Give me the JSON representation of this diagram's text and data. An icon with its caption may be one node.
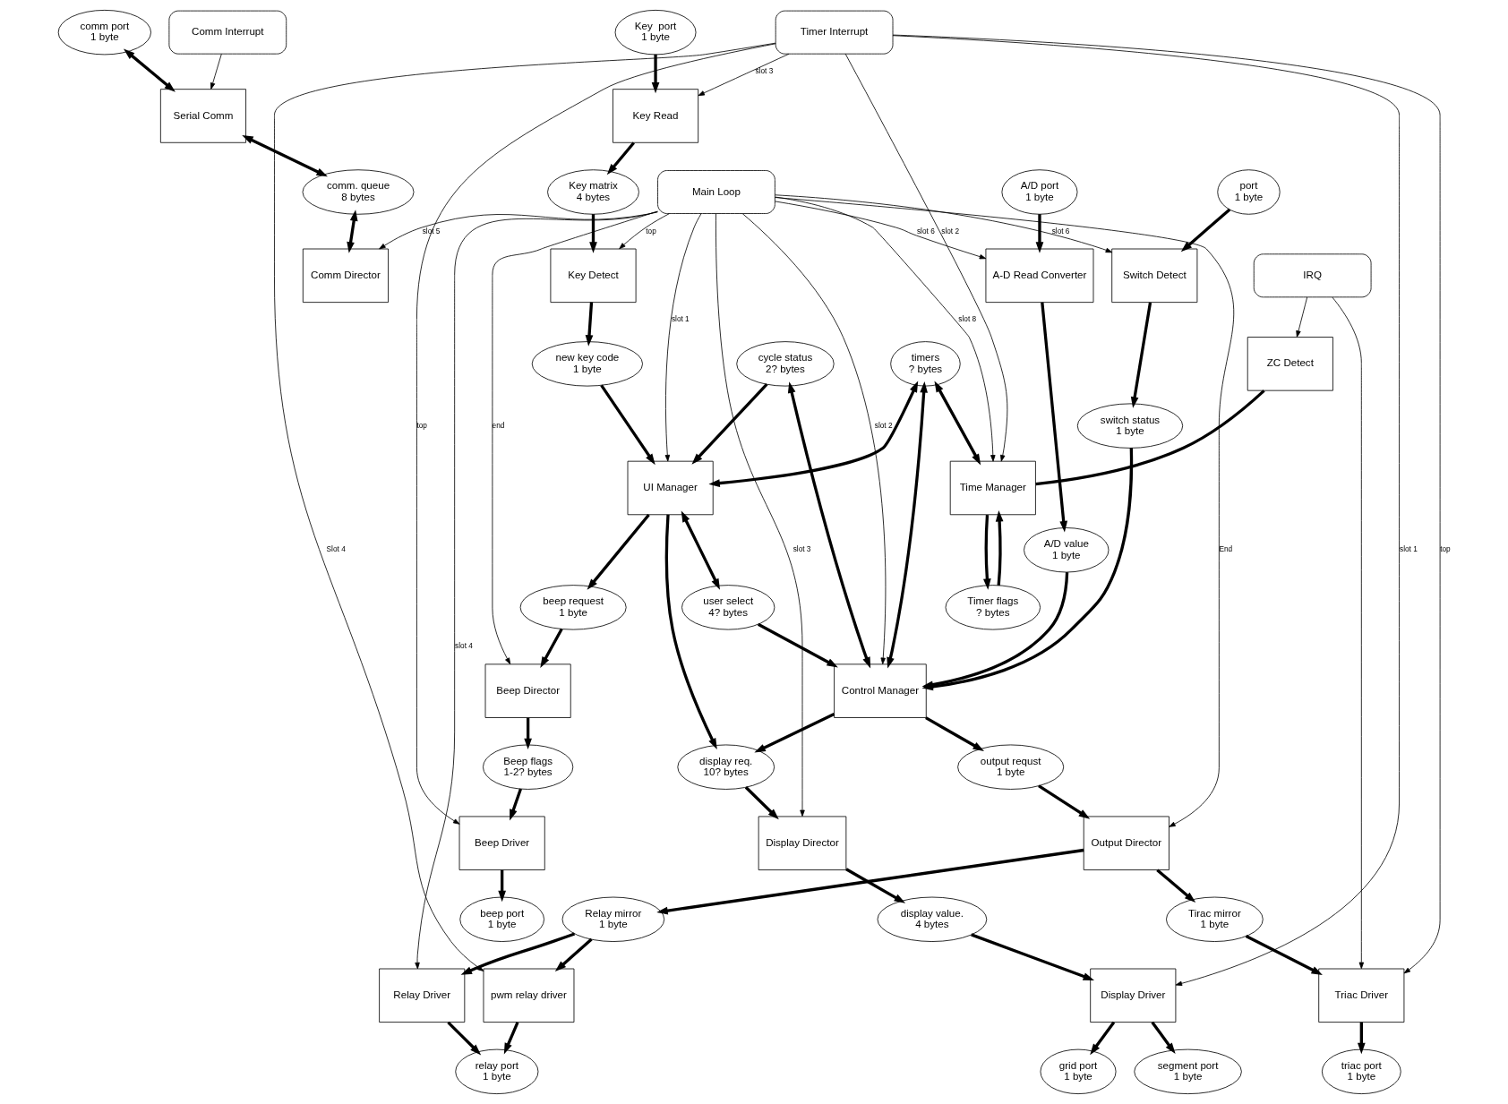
{
  "diagram": {
    "nodes": [
      {
        "text": [
          "comm port",
          "1 byte"
        ]
      },
      {
        "text": [
          "port",
          "1 byte"
        ]
      },
      {
        "text": [
          "A/D port",
          "1 byte"
        ]
      },
      {
        "text": [
          "Main Loop"
        ]
      },
      {
        "text": [
          "Serial Comm"
        ]
      },
      {
        "text": [
          "Switch Detect"
        ]
      },
      {
        "text": [
          "A-D Read Converter"
        ]
      },
      {
        "text": [
          "IRQ"
        ]
      },
      {
        "text": [
          "Key Detect"
        ]
      },
      {
        "text": [
          "user select",
          "4? bytes"
        ]
      },
      {
        "text": [
          "switch status",
          "1 byte"
        ]
      },
      {
        "text": [
          "A/D value",
          "1 byte"
        ]
      },
      {
        "text": [
          "ZC Detect"
        ]
      },
      {
        "text": [
          "new key code",
          "1 byte"
        ]
      },
      {
        "text": [
          "Comm Interrupt"
        ]
      },
      {
        "text": [
          "timers",
          "? bytes"
        ]
      },
      {
        "text": [
          "Key matrix",
          "4 bytes"
        ]
      },
      {
        "text": [
          "UI Manager"
        ]
      },
      {
        "text": [
          "cycle status",
          "2? bytes"
        ]
      },
      {
        "text": [
          "Control Manager"
        ]
      },
      {
        "text": [
          "Time Manager"
        ]
      },
      {
        "text": [
          "comm. queue",
          "8 bytes"
        ]
      },
      {
        "text": [
          "beep request",
          "1 byte"
        ]
      },
      {
        "text": [
          "output requst",
          "1 byte"
        ]
      },
      {
        "text": [
          "display req.",
          "10? bytes"
        ]
      },
      {
        "text": [
          "Comm Director"
        ]
      },
      {
        "text": [
          "Beep Director"
        ]
      },
      {
        "text": [
          "Display Director"
        ]
      },
      {
        "text": [
          "Output Director"
        ]
      },
      {
        "text": [
          "Timer flags",
          "? bytes"
        ]
      },
      {
        "text": [
          "Beep flags",
          "1-2? bytes"
        ]
      },
      {
        "text": [
          "display value.",
          "4 bytes"
        ]
      },
      {
        "text": [
          "Tirac mirror",
          "1 byte"
        ]
      },
      {
        "text": [
          "Relay mirror",
          "1 byte"
        ]
      },
      {
        "text": [
          "Timer Interrupt"
        ]
      },
      {
        "text": [
          "Key Read"
        ]
      },
      {
        "text": [
          "Beep Driver"
        ]
      },
      {
        "text": [
          "Display Driver"
        ]
      },
      {
        "text": [
          "Triac Driver"
        ]
      },
      {
        "text": [
          "pwm relay driver"
        ]
      },
      {
        "text": [
          "Relay Driver"
        ]
      },
      {
        "text": [
          "Key  port",
          "1 byte"
        ]
      },
      {
        "text": [
          "beep port",
          "1 byte"
        ]
      },
      {
        "text": [
          "grid port",
          "1 byte"
        ]
      },
      {
        "text": [
          "segment port",
          "1 byte"
        ]
      },
      {
        "text": [
          "triac port",
          "1 byte"
        ]
      },
      {
        "text": [
          "relay port",
          "1 byte"
        ]
      }
    ],
    "edges": [
      {
        "from": 0,
        "to": 4,
        "arrow": "both"
      },
      {
        "from": 4,
        "to": 21,
        "arrow": "both"
      },
      {
        "from": 21,
        "to": 25,
        "arrow": "both"
      },
      {
        "from": 14,
        "to": 4,
        "arrow": "to"
      },
      {
        "from": 1,
        "to": 5,
        "arrow": "to"
      },
      {
        "from": 5,
        "to": 10,
        "arrow": "to"
      },
      {
        "from": 2,
        "to": 6,
        "arrow": "to"
      },
      {
        "from": 6,
        "to": 11,
        "arrow": "to"
      },
      {
        "from": 11,
        "to": 19,
        "arrow": "to"
      },
      {
        "from": 10,
        "to": 19,
        "arrow": "to"
      },
      {
        "from": 9,
        "to": 19,
        "arrow": "to"
      },
      {
        "from": 17,
        "to": 9,
        "arrow": "both"
      },
      {
        "from": 8,
        "to": 13,
        "arrow": "to"
      },
      {
        "from": 13,
        "to": 17,
        "arrow": "to"
      },
      {
        "from": 16,
        "to": 8,
        "arrow": "to"
      },
      {
        "from": 35,
        "to": 16,
        "arrow": "to"
      },
      {
        "from": 41,
        "to": 35,
        "arrow": "to"
      },
      {
        "from": 15,
        "to": 17,
        "arrow": "both"
      },
      {
        "from": 15,
        "to": 19,
        "arrow": "both"
      },
      {
        "from": 15,
        "to": 20,
        "arrow": "both"
      },
      {
        "from": 18,
        "to": 17,
        "arrow": "to"
      },
      {
        "from": 18,
        "to": 19,
        "arrow": "both"
      },
      {
        "from": 17,
        "to": 22,
        "arrow": "to"
      },
      {
        "from": 17,
        "to": 24,
        "arrow": "to"
      },
      {
        "from": 19,
        "to": 24,
        "arrow": "to"
      },
      {
        "from": 19,
        "to": 23,
        "arrow": "to"
      },
      {
        "from": 22,
        "to": 26,
        "arrow": "to"
      },
      {
        "from": 24,
        "to": 27,
        "arrow": "to"
      },
      {
        "from": 23,
        "to": 28,
        "arrow": "to"
      },
      {
        "from": 26,
        "to": 30,
        "arrow": "to"
      },
      {
        "from": 30,
        "to": 36,
        "arrow": "to"
      },
      {
        "from": 36,
        "to": 42,
        "arrow": "to"
      },
      {
        "from": 27,
        "to": 31,
        "arrow": "to"
      },
      {
        "from": 31,
        "to": 37,
        "arrow": "to"
      },
      {
        "from": 37,
        "to": 43,
        "arrow": "to"
      },
      {
        "from": 37,
        "to": 44,
        "arrow": "to"
      },
      {
        "from": 28,
        "to": 32,
        "arrow": "to"
      },
      {
        "from": 28,
        "to": 33,
        "arrow": "to"
      },
      {
        "from": 32,
        "to": 38,
        "arrow": "to"
      },
      {
        "from": 38,
        "to": 45,
        "arrow": "to"
      },
      {
        "from": 33,
        "to": 39,
        "arrow": "to"
      },
      {
        "from": 33,
        "to": 40,
        "arrow": "to"
      },
      {
        "from": 40,
        "to": 46,
        "arrow": "to"
      },
      {
        "from": 39,
        "to": 46,
        "arrow": "to"
      },
      {
        "from": 12,
        "to": 20,
        "arrow": "none"
      },
      {
        "from": 20,
        "to": 29,
        "arrow": "to"
      },
      {
        "from": 29,
        "to": 20,
        "arrow": "to"
      },
      {
        "from": 7,
        "to": 12,
        "arrow": "to"
      },
      {
        "from": 7,
        "to": 38,
        "arrow": "to"
      },
      {
        "from": 3,
        "to": 25,
        "arrow": "to",
        "label": "slot 5"
      },
      {
        "from": 3,
        "to": 8,
        "arrow": "to",
        "label": "top"
      },
      {
        "from": 3,
        "to": 26,
        "arrow": "to",
        "label": "end"
      },
      {
        "from": 3,
        "to": 17,
        "arrow": "to",
        "label": "slot 1"
      },
      {
        "from": 3,
        "to": 5,
        "arrow": "to",
        "label": "slot 6"
      },
      {
        "from": 3,
        "to": 27,
        "arrow": "to",
        "label": "slot 3"
      },
      {
        "from": 3,
        "to": 19,
        "arrow": "to",
        "label": "slot 2"
      },
      {
        "from": 3,
        "to": 28,
        "arrow": "to",
        "label": "End"
      },
      {
        "from": 3,
        "to": 6,
        "arrow": "to",
        "label": "slot 6"
      },
      {
        "from": 3,
        "to": 20,
        "arrow": "to",
        "label": "slot 8"
      },
      {
        "from": 3,
        "to": 40,
        "arrow": "to",
        "label": "slot 4"
      },
      {
        "from": 34,
        "to": 35,
        "arrow": "to",
        "label": "slot 3"
      },
      {
        "from": 34,
        "to": 36,
        "arrow": "to",
        "label": "top"
      },
      {
        "from": 34,
        "to": 37,
        "arrow": "to",
        "label": "slot 1"
      },
      {
        "from": 34,
        "to": 38,
        "arrow": "to",
        "label": "top"
      },
      {
        "from": 34,
        "to": 39,
        "arrow": "to",
        "label": "Slot 4"
      },
      {
        "from": 34,
        "to": 20,
        "arrow": "to",
        "label": "slot 2"
      }
    ]
  }
}
